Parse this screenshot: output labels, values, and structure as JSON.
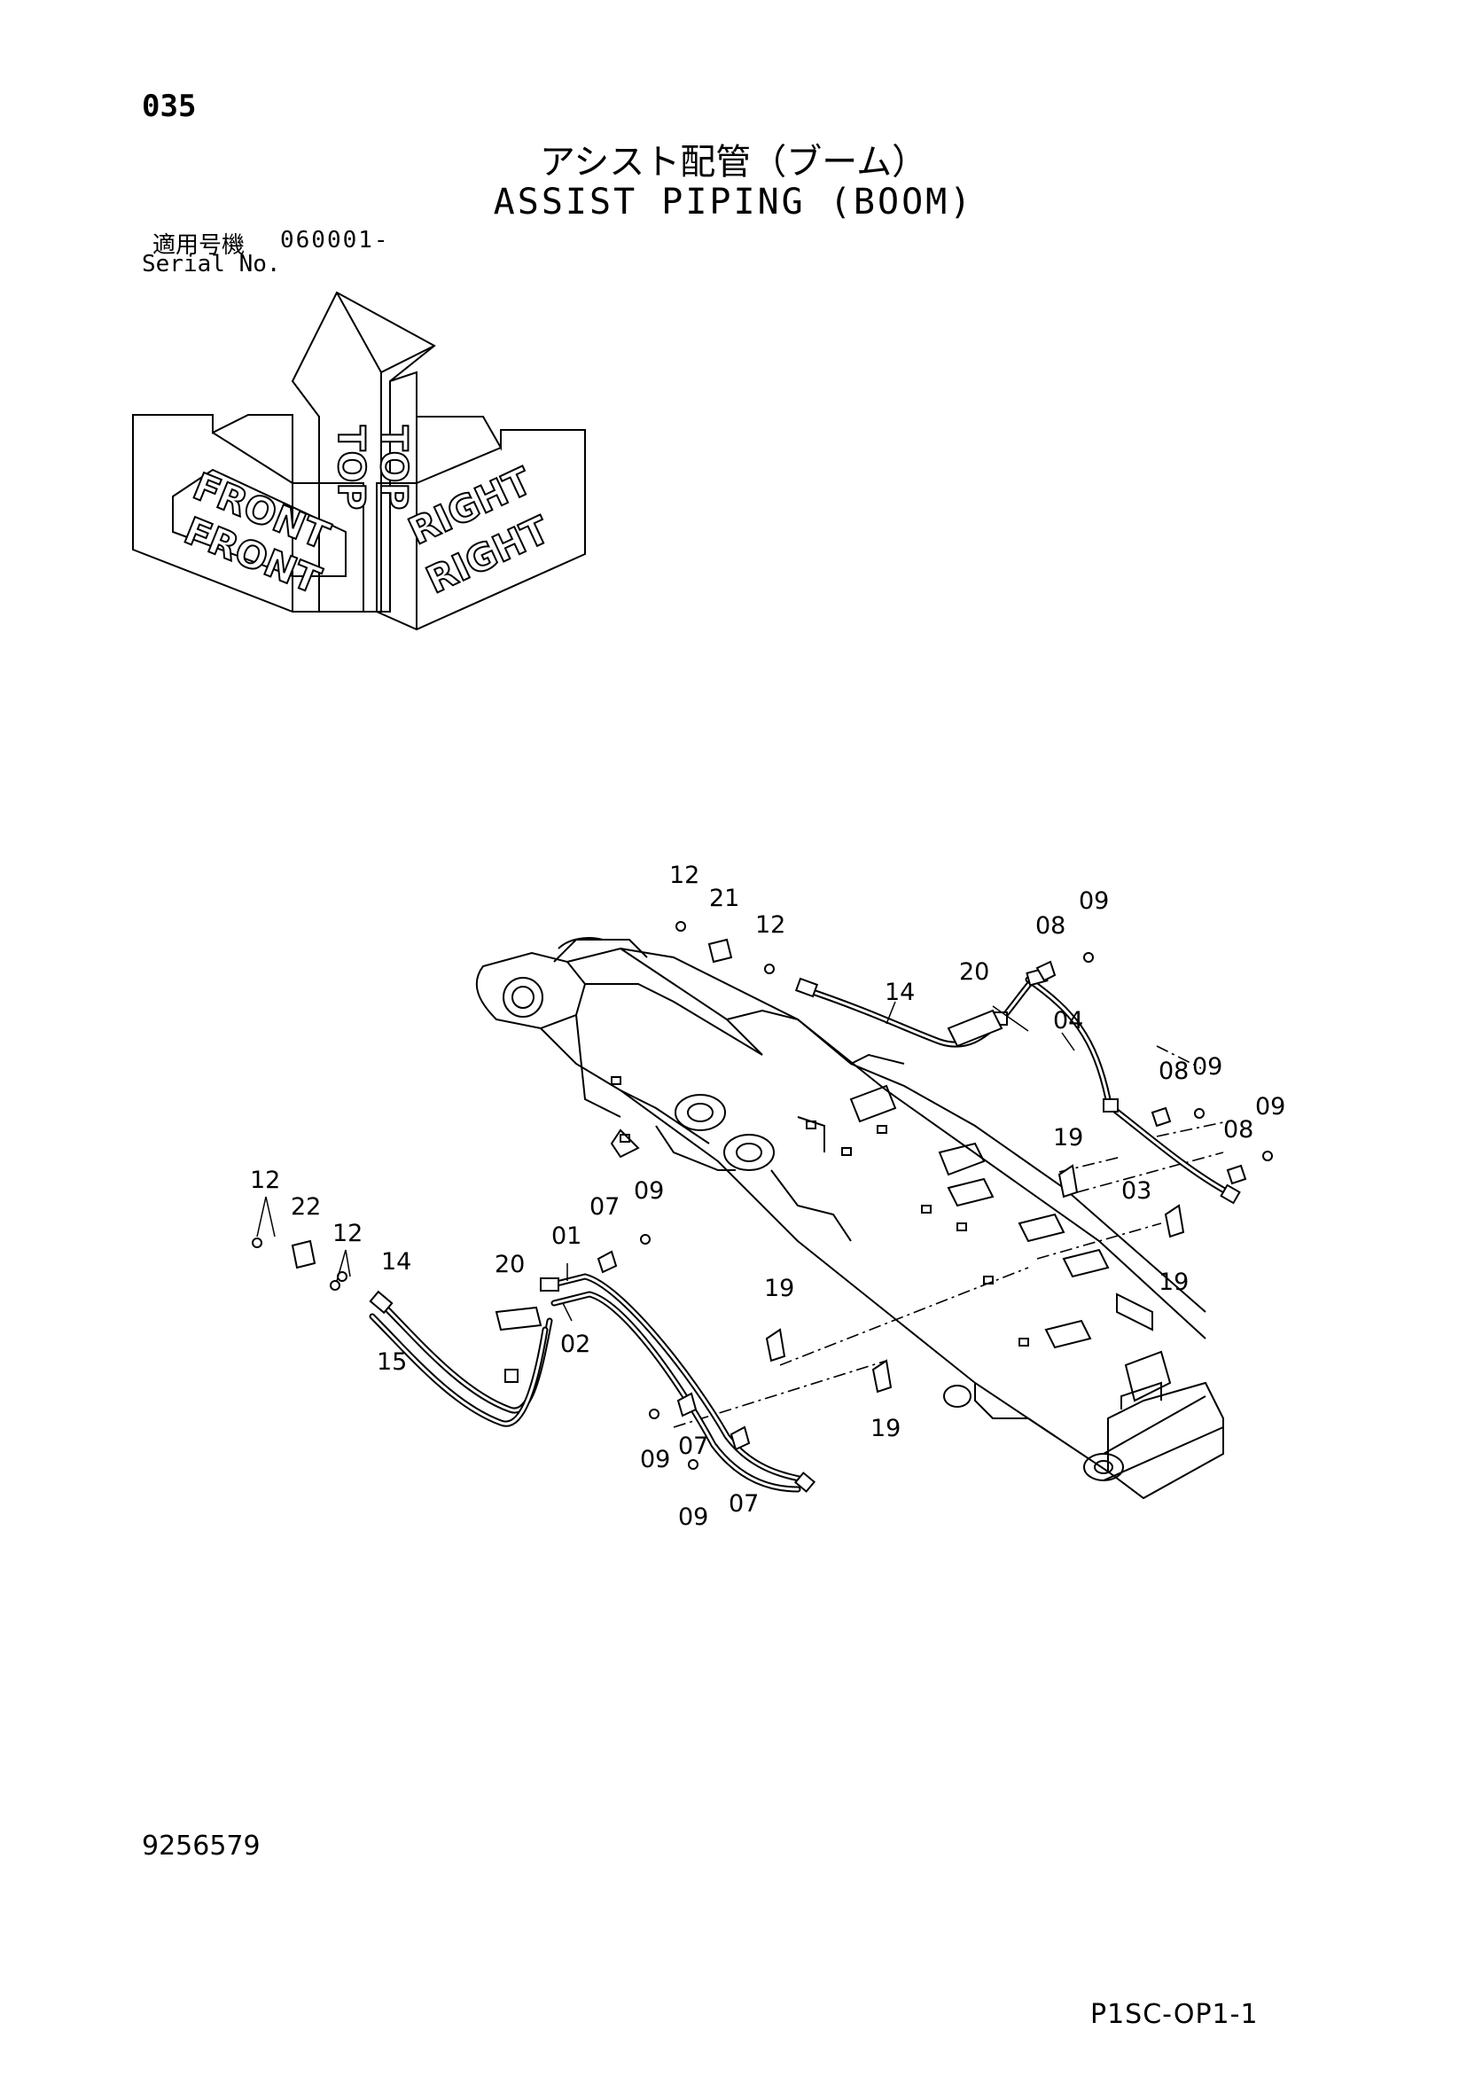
{
  "header": {
    "page_number": "035",
    "title_jp": "アシスト配管（ブーム）",
    "title_en": "ASSIST PIPING (BOOM)",
    "serial_label_jp": "適用号機",
    "serial_value": "060001-",
    "serial_label_en": "Serial No."
  },
  "orientation": {
    "labels": [
      "FRONT",
      "FRONT",
      "TOP",
      "TOP",
      "RIGHT",
      "RIGHT"
    ]
  },
  "callouts": {
    "c12a": "12",
    "c21": "21",
    "c12b": "12",
    "c09a": "09",
    "c08a": "08",
    "c20a": "20",
    "c14a": "14",
    "c04": "04",
    "c08b": "08",
    "c09b": "09",
    "c09c": "09",
    "c08c": "08",
    "c19a": "19",
    "c03": "03",
    "c19b": "19",
    "c12c": "12",
    "c22": "22",
    "c12d": "12",
    "c14b": "14",
    "c15": "15",
    "c20b": "20",
    "c01": "01",
    "c07a": "07",
    "c09d": "09",
    "c02": "02",
    "c19c": "19",
    "c19d": "19",
    "c09e": "09",
    "c07b": "07",
    "c09f": "09",
    "c07c": "07"
  },
  "footer": {
    "document_number": "9256579",
    "sheet_code": "P1SC-OP1-1"
  }
}
